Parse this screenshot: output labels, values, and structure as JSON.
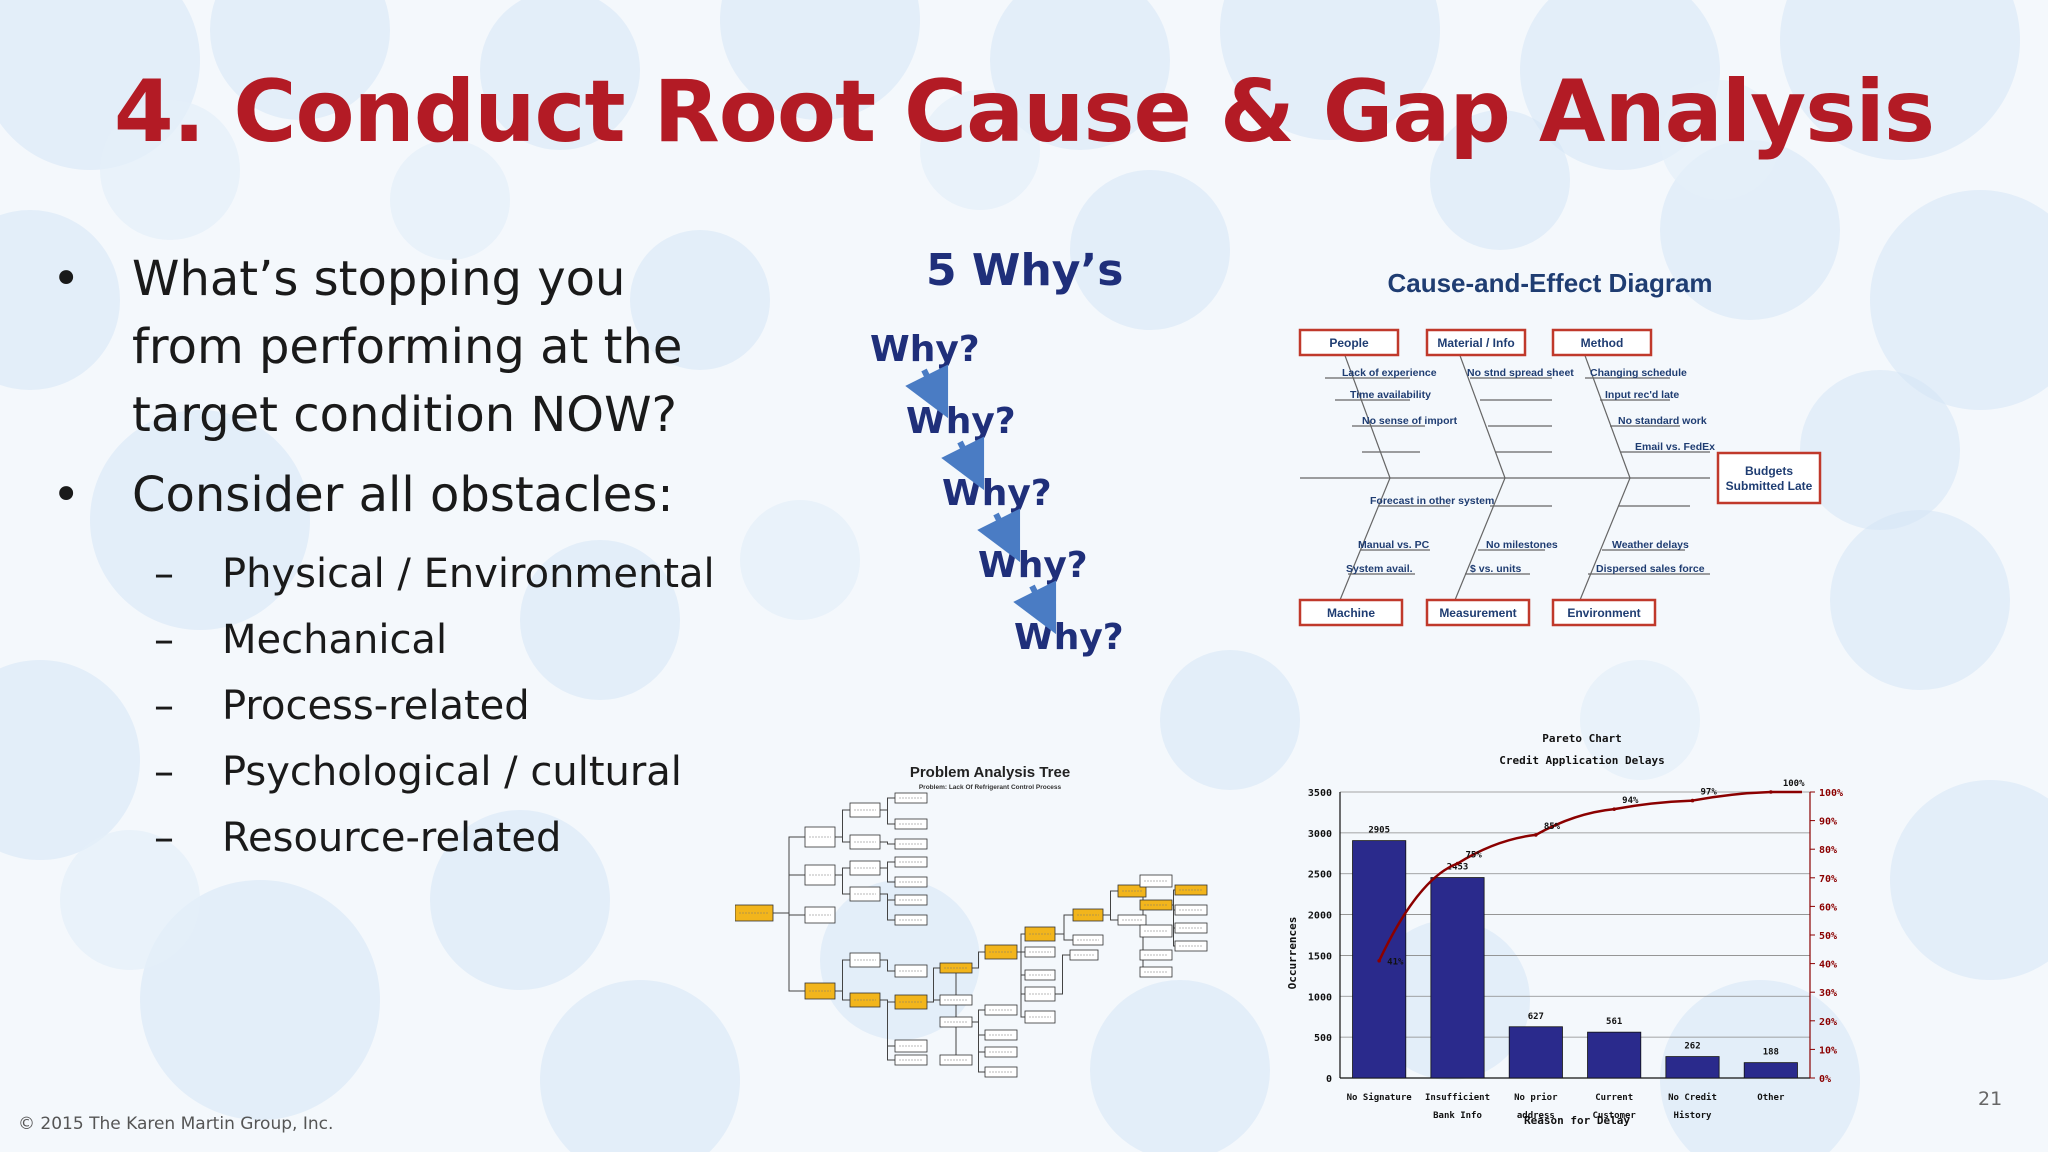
{
  "slide": {
    "title": "4. Conduct Root Cause & Gap Analysis",
    "bullets": [
      "What’s stopping you from performing at the target condition NOW?",
      "Consider all obstacles:"
    ],
    "sub_bullets": [
      "Physical / Environmental",
      "Mechanical",
      "Process-related",
      "Psychological / cultural",
      "Resource-related"
    ],
    "footer": "© 2015 The Karen Martin Group, Inc.",
    "slide_number": "21"
  },
  "five_whys": {
    "title": "5 Why’s",
    "labels": [
      "Why?",
      "Why?",
      "Why?",
      "Why?",
      "Why?"
    ],
    "arrow_color": "#4a7cc4"
  },
  "cause_effect": {
    "title": "Cause-and-Effect Diagram",
    "top_categories": [
      "People",
      "Material / Info",
      "Method"
    ],
    "bottom_categories": [
      "Machine",
      "Measurement",
      "Environment"
    ],
    "effect": [
      "Budgets",
      "Submitted Late"
    ],
    "causes": {
      "people": [
        "Lack of experience",
        "Time availability",
        "No sense of import"
      ],
      "material": [
        "No stnd spread sheet"
      ],
      "method": [
        "Changing schedule",
        "Input rec'd late",
        "No standard work",
        "Email vs. FedEx"
      ],
      "machine": [
        "Forecast in other system",
        "Manual vs. PC",
        "System avail."
      ],
      "measurement": [
        "No milestones",
        "$ vs. units"
      ],
      "environment": [
        "Weather delays",
        "Dispersed sales force"
      ]
    },
    "box_color": "#c0392b"
  },
  "problem_tree": {
    "title": "Problem Analysis Tree",
    "subtitle": "Problem:  Lack Of Refrigerant Control Process",
    "highlight_color": "#f2b51c"
  },
  "chart_data": {
    "type": "bar",
    "title": "Pareto Chart",
    "subtitle": "Credit Application Delays",
    "categories": [
      "No Signature",
      "Insufficient Bank Info",
      "No prior address",
      "Current Customer",
      "No Credit History",
      "Other"
    ],
    "category_lines": [
      [
        "No Signature",
        ""
      ],
      [
        "Insufficient",
        "Bank Info"
      ],
      [
        "No prior",
        "address"
      ],
      [
        "Current",
        "Customer"
      ],
      [
        "No Credit",
        "History"
      ],
      [
        "Other",
        ""
      ]
    ],
    "series": [
      {
        "values": [
          2905,
          2453,
          627,
          561,
          262,
          188
        ],
        "color": "#2a2a8c"
      },
      {
        "values": [
          41,
          75,
          85,
          94,
          97,
          100
        ],
        "axis": "right",
        "color": "#8b0000"
      }
    ],
    "bar_labels": [
      "2905",
      "2453",
      "627",
      "561",
      "262",
      "188"
    ],
    "line_labels": [
      "41%",
      "75%",
      "85%",
      "94%",
      "97%",
      "100%"
    ],
    "xlabel": "Reason for Delay",
    "ylabel": "Occurrences",
    "ylim": [
      0,
      3500
    ],
    "yticks": [
      "0",
      "500",
      "1000",
      "1500",
      "2000",
      "2500",
      "3000",
      "3500"
    ],
    "y2ticks": [
      "0%",
      "10%",
      "20%",
      "30%",
      "40%",
      "50%",
      "60%",
      "70%",
      "80%",
      "90%",
      "100%"
    ],
    "grid": true
  }
}
